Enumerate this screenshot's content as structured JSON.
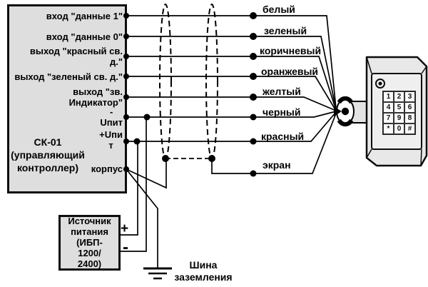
{
  "controller": {
    "title": "СК-01\n(управляющий\nконтроллер)",
    "ports": [
      "вход \"данные 1\"",
      "вход \"данные 0\"",
      "выход \"красный св.\nд.\"",
      "выход \"зеленый св. д.\"",
      "выход \"зв.\nИндикатор\"",
      "-\nUпит",
      "+Uпи\nт",
      "корпус"
    ]
  },
  "wires": [
    "белый",
    "зеленый",
    "коричневый",
    "оранжевый",
    "желтый",
    "черный",
    "красный",
    "экран"
  ],
  "power_supply": {
    "title": "Источник\nпитания\n(ИБП-\n1200/\n2400)",
    "plus_label": "+",
    "minus_label": "-"
  },
  "ground_bus_label": "Шина\nзаземления",
  "keypad": {
    "keys": [
      "1",
      "2",
      "3",
      "4",
      "5",
      "6",
      "7",
      "9",
      "8",
      "*",
      "0",
      "#"
    ]
  },
  "colors": {
    "line": "#000000",
    "box_fill": "#dedede",
    "housing_fill": "#e8e8e8",
    "panel_fill": "#efefef",
    "key_fill": "#fafafa",
    "background": "#ffffff"
  }
}
